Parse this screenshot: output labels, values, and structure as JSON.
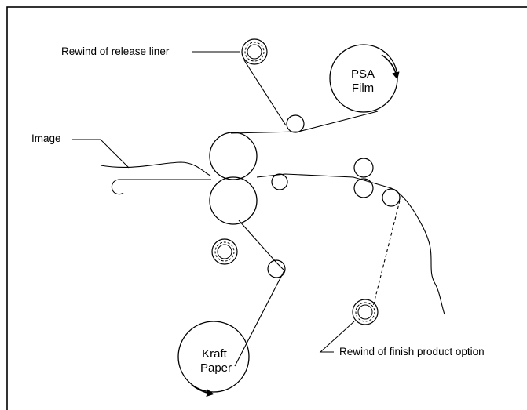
{
  "labels": {
    "release_liner": "Rewind of release liner",
    "image": "Image",
    "finish_product": "Rewind of finish product option"
  },
  "rolls": {
    "psa_film": {
      "line1": "PSA",
      "line2": "Film"
    },
    "kraft_paper": {
      "line1": "Kraft",
      "line2": "Paper"
    }
  },
  "colors": {
    "line": "#000000",
    "background": "#ffffff"
  }
}
